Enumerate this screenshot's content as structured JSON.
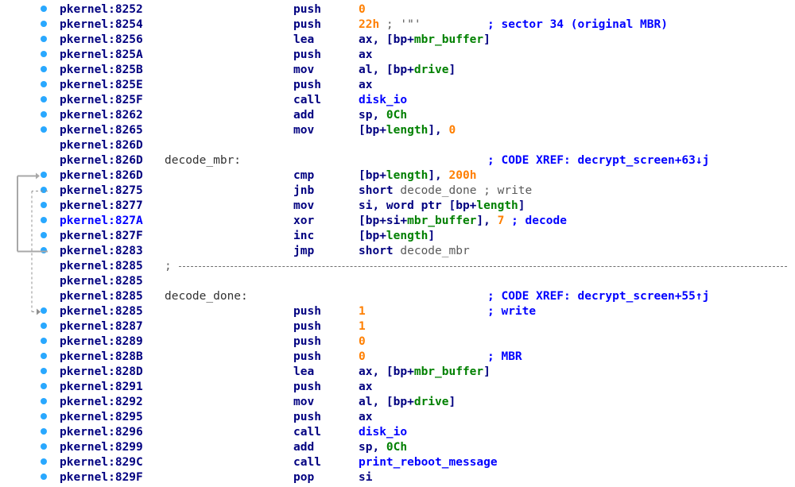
{
  "listing": {
    "rows": [
      {
        "addr": "pkernel:8252",
        "mnem": "push",
        "ops": [
          {
            "t": "0",
            "c": "n"
          }
        ],
        "comment": "",
        "label": ""
      },
      {
        "addr": "pkernel:8254",
        "mnem": "push",
        "ops": [
          {
            "t": "22h",
            "c": "n"
          },
          {
            "t": " ; '\"'",
            "c": "g"
          }
        ],
        "comment": "; sector 34 (original MBR)",
        "label": ""
      },
      {
        "addr": "pkernel:8256",
        "mnem": "lea",
        "ops": [
          {
            "t": "ax, [bp+",
            "c": "p"
          },
          {
            "t": "mbr_buffer",
            "c": "v"
          },
          {
            "t": "]",
            "c": "p"
          }
        ],
        "comment": "",
        "label": ""
      },
      {
        "addr": "pkernel:825A",
        "mnem": "push",
        "ops": [
          {
            "t": "ax",
            "c": "p"
          }
        ],
        "comment": "",
        "label": ""
      },
      {
        "addr": "pkernel:825B",
        "mnem": "mov",
        "ops": [
          {
            "t": "al, [bp+",
            "c": "p"
          },
          {
            "t": "drive",
            "c": "v"
          },
          {
            "t": "]",
            "c": "p"
          }
        ],
        "comment": "",
        "label": ""
      },
      {
        "addr": "pkernel:825E",
        "mnem": "push",
        "ops": [
          {
            "t": "ax",
            "c": "p"
          }
        ],
        "comment": "",
        "label": ""
      },
      {
        "addr": "pkernel:825F",
        "mnem": "call",
        "ops": [
          {
            "t": "disk_io",
            "c": "c"
          }
        ],
        "comment": "",
        "label": ""
      },
      {
        "addr": "pkernel:8262",
        "mnem": "add",
        "ops": [
          {
            "t": "sp, ",
            "c": "p"
          },
          {
            "t": "0Ch",
            "c": "v"
          }
        ],
        "comment": "",
        "label": ""
      },
      {
        "addr": "pkernel:8265",
        "mnem": "mov",
        "ops": [
          {
            "t": "[bp+",
            "c": "p"
          },
          {
            "t": "length",
            "c": "v"
          },
          {
            "t": "], ",
            "c": "p"
          },
          {
            "t": "0",
            "c": "n"
          }
        ],
        "comment": "",
        "label": ""
      },
      {
        "addr": "pkernel:826D",
        "mnem": "",
        "ops": [],
        "comment": "",
        "label": "",
        "nodot": true
      },
      {
        "addr": "pkernel:826D",
        "mnem": "",
        "ops": [],
        "comment": "; CODE XREF: decrypt_screen+63↓j",
        "label": "decode_mbr:",
        "nodot": true
      },
      {
        "addr": "pkernel:826D",
        "mnem": "cmp",
        "ops": [
          {
            "t": "[bp+",
            "c": "p"
          },
          {
            "t": "length",
            "c": "v"
          },
          {
            "t": "], ",
            "c": "p"
          },
          {
            "t": "200h",
            "c": "n"
          }
        ],
        "comment": "",
        "label": ""
      },
      {
        "addr": "pkernel:8275",
        "mnem": "jnb",
        "ops": [
          {
            "t": "short ",
            "c": "p"
          },
          {
            "t": "decode_done",
            "c": "s"
          },
          {
            "t": " ; write",
            "c": "g"
          }
        ],
        "comment": "",
        "label": ""
      },
      {
        "addr": "pkernel:8277",
        "mnem": "mov",
        "ops": [
          {
            "t": "si, word ptr [bp+",
            "c": "p"
          },
          {
            "t": "length",
            "c": "v"
          },
          {
            "t": "]",
            "c": "p"
          }
        ],
        "comment": "",
        "label": ""
      },
      {
        "addr": "pkernel:827A",
        "mnem": "xor",
        "ops": [
          {
            "t": "[bp+si+",
            "c": "p"
          },
          {
            "t": "mbr_buffer",
            "c": "v"
          },
          {
            "t": "], ",
            "c": "p"
          },
          {
            "t": "7",
            "c": "n"
          },
          {
            "t": " ; decode",
            "c": "c"
          }
        ],
        "comment": "",
        "label": "",
        "hl": true
      },
      {
        "addr": "pkernel:827F",
        "mnem": "inc",
        "ops": [
          {
            "t": "[bp+",
            "c": "p"
          },
          {
            "t": "length",
            "c": "v"
          },
          {
            "t": "]",
            "c": "p"
          }
        ],
        "comment": "",
        "label": ""
      },
      {
        "addr": "pkernel:8283",
        "mnem": "jmp",
        "ops": [
          {
            "t": "short ",
            "c": "p"
          },
          {
            "t": "decode_mbr",
            "c": "s"
          }
        ],
        "comment": "",
        "label": ""
      },
      {
        "addr": "pkernel:8285",
        "mnem": "",
        "ops": [],
        "comment": "",
        "label": "",
        "sep": ";",
        "nodot": true
      },
      {
        "addr": "pkernel:8285",
        "mnem": "",
        "ops": [],
        "comment": "",
        "label": "",
        "nodot": true
      },
      {
        "addr": "pkernel:8285",
        "mnem": "",
        "ops": [],
        "comment": "; CODE XREF: decrypt_screen+55↑j",
        "label": "decode_done:",
        "nodot": true
      },
      {
        "addr": "pkernel:8285",
        "mnem": "push",
        "ops": [
          {
            "t": "1",
            "c": "n"
          }
        ],
        "comment": "; write",
        "label": ""
      },
      {
        "addr": "pkernel:8287",
        "mnem": "push",
        "ops": [
          {
            "t": "1",
            "c": "n"
          }
        ],
        "comment": "",
        "label": ""
      },
      {
        "addr": "pkernel:8289",
        "mnem": "push",
        "ops": [
          {
            "t": "0",
            "c": "n"
          }
        ],
        "comment": "",
        "label": ""
      },
      {
        "addr": "pkernel:828B",
        "mnem": "push",
        "ops": [
          {
            "t": "0",
            "c": "n"
          }
        ],
        "comment": "; MBR",
        "label": ""
      },
      {
        "addr": "pkernel:828D",
        "mnem": "lea",
        "ops": [
          {
            "t": "ax, [bp+",
            "c": "p"
          },
          {
            "t": "mbr_buffer",
            "c": "v"
          },
          {
            "t": "]",
            "c": "p"
          }
        ],
        "comment": "",
        "label": ""
      },
      {
        "addr": "pkernel:8291",
        "mnem": "push",
        "ops": [
          {
            "t": "ax",
            "c": "p"
          }
        ],
        "comment": "",
        "label": ""
      },
      {
        "addr": "pkernel:8292",
        "mnem": "mov",
        "ops": [
          {
            "t": "al, [bp+",
            "c": "p"
          },
          {
            "t": "drive",
            "c": "v"
          },
          {
            "t": "]",
            "c": "p"
          }
        ],
        "comment": "",
        "label": ""
      },
      {
        "addr": "pkernel:8295",
        "mnem": "push",
        "ops": [
          {
            "t": "ax",
            "c": "p"
          }
        ],
        "comment": "",
        "label": ""
      },
      {
        "addr": "pkernel:8296",
        "mnem": "call",
        "ops": [
          {
            "t": "disk_io",
            "c": "c"
          }
        ],
        "comment": "",
        "label": ""
      },
      {
        "addr": "pkernel:8299",
        "mnem": "add",
        "ops": [
          {
            "t": "sp, ",
            "c": "p"
          },
          {
            "t": "0Ch",
            "c": "v"
          }
        ],
        "comment": "",
        "label": ""
      },
      {
        "addr": "pkernel:829C",
        "mnem": "call",
        "ops": [
          {
            "t": "print_reboot_message",
            "c": "c"
          }
        ],
        "comment": "",
        "label": ""
      },
      {
        "addr": "pkernel:829F",
        "mnem": "pop",
        "ops": [
          {
            "t": "si",
            "c": "p"
          }
        ],
        "comment": "",
        "label": ""
      }
    ]
  },
  "colors": {
    "breakpoint_dot": "#29a8ff",
    "address": "#000080",
    "number": "#ff7f00",
    "variable": "#008000",
    "comment": "#0000ff",
    "loop_arrow": "#a8a8a8",
    "branch_arrow": "#909090"
  },
  "flow_arrows": [
    {
      "kind": "solid",
      "from": "jmp short decode_mbr",
      "to": "decode_mbr"
    },
    {
      "kind": "dashed",
      "from": "jnb short decode_done",
      "to": "decode_done"
    }
  ]
}
